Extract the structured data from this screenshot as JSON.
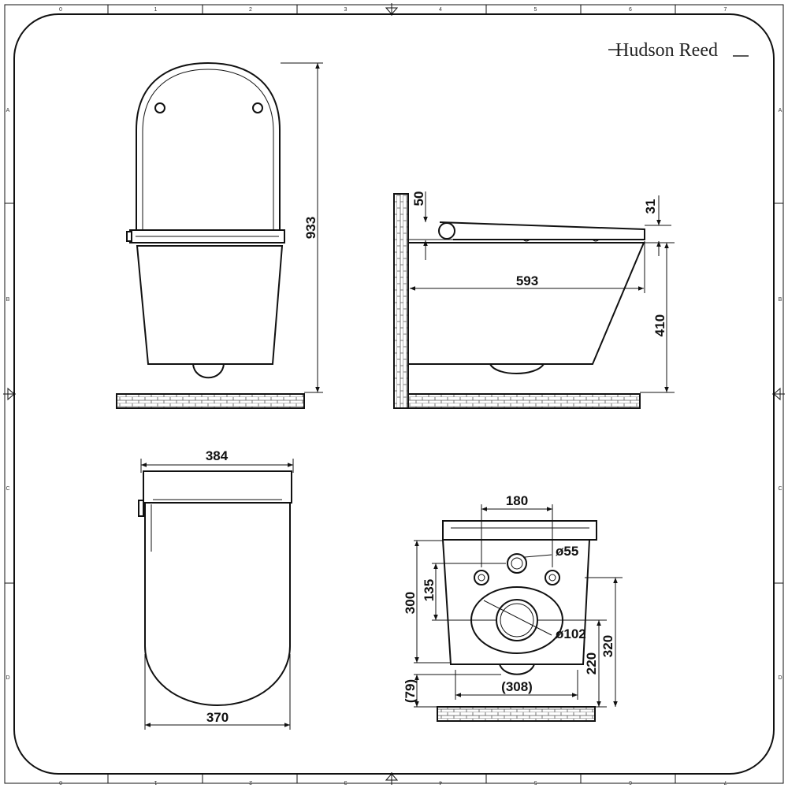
{
  "brand": "Hudson Reed",
  "grid": {
    "columns": [
      "0",
      "1",
      "2",
      "3",
      "4",
      "5",
      "6",
      "7"
    ],
    "rows": [
      "A",
      "B",
      "C",
      "D"
    ]
  },
  "views": {
    "front": {
      "height": "933"
    },
    "side": {
      "seat_thickness": "50",
      "lid_thickness": "31",
      "projection": "593",
      "bowl_height": "410"
    },
    "top": {
      "width_top": "384",
      "width_bottom": "370"
    },
    "rear": {
      "fixing_centres": "180",
      "inlet_diameter": "ø55",
      "outlet_diameter": "ø102",
      "bolt_centres": "135",
      "pan_height": "300",
      "outlet_height": "220",
      "overall_height": "320",
      "outlet_width": "(308)",
      "lower_offset": "(79)"
    }
  }
}
